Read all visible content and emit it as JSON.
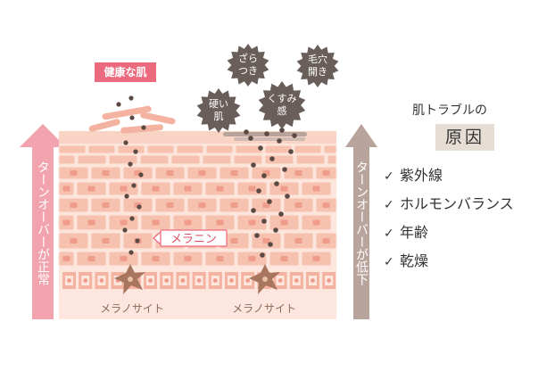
{
  "healthy_label": "健康な肌",
  "troubles": [
    {
      "text": "ざら\nつき"
    },
    {
      "text": "毛穴\n開き"
    },
    {
      "text": "硬い\n肌"
    },
    {
      "text": "くすみ\n感"
    }
  ],
  "left_arrow_label": "ターンオーバーが正常",
  "right_arrow_label": "ターンオーバーが低下",
  "melanin_label": "メラニン",
  "melanocyte_labels": [
    "メラノサイト",
    "メラノサイト"
  ],
  "title_small": "肌トラブルの",
  "title_big": "原因",
  "causes": [
    "紫外線",
    "ホルモンバランス",
    "年齢",
    "乾燥"
  ],
  "colors": {
    "pink": "#ec6a7d",
    "skin": "#f7cabb",
    "cell_border": "#fbe1d6",
    "cell_inner": "#ef9c8a",
    "brown": "#8c6a5a",
    "dark_brown": "#4a3c36",
    "arrow_left": "#f2a3ad",
    "arrow_right": "#b8a49c",
    "star": "#6a5e5b"
  }
}
